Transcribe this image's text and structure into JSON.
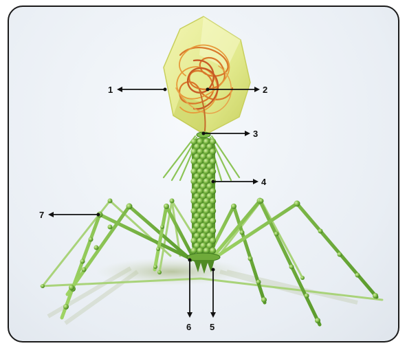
{
  "labels": {
    "capsid": "1",
    "dna": "2",
    "collar": "3",
    "sheath": "4",
    "tail_pins": "5",
    "baseplate": "6",
    "tail_fiber": "7"
  },
  "colors": {
    "frame_border": "#1a1a1a",
    "capsid_fill": "#e8ec8a",
    "dna_color": "#d9772a",
    "sheath_green": "#6fae3a",
    "leg_green": "#7fbf4a",
    "arrow": "#111111"
  }
}
